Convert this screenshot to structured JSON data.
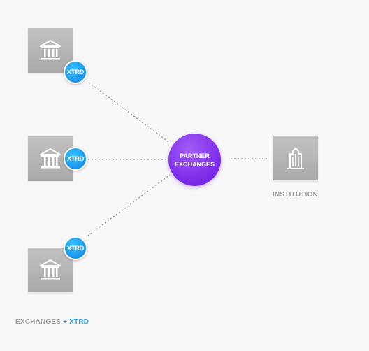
{
  "diagram": {
    "badge_label": "XTRD",
    "hub": {
      "line1": "PARTNER",
      "line2": "EXCHANGES"
    },
    "institution_label": "INSTITUTION",
    "caption": {
      "main": "EXCHANGES",
      "plus": "+",
      "brand": "XTRD"
    },
    "nodes": [
      {
        "id": "exchange-1",
        "icon": "bank-icon"
      },
      {
        "id": "exchange-2",
        "icon": "bank-icon"
      },
      {
        "id": "exchange-3",
        "icon": "bank-icon"
      },
      {
        "id": "institution",
        "icon": "building-icon"
      }
    ],
    "colors": {
      "background": "#f8f8f8",
      "tile": "#b7b7b7",
      "badge": "#1a9be9",
      "hub": "#7a28e8",
      "caption": "#9b9b9b",
      "accent": "#2f9bea"
    }
  }
}
